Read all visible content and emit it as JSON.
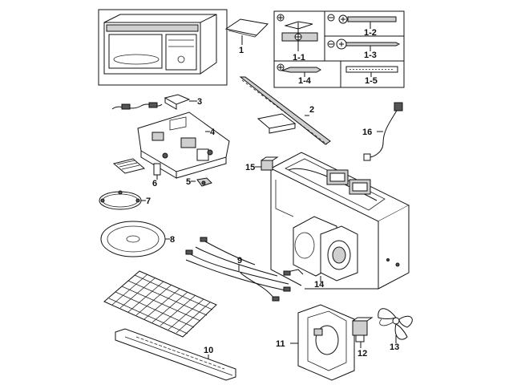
{
  "callouts": {
    "c1": "1",
    "c1_1": "1-1",
    "c1_2": "1-2",
    "c1_3": "1-3",
    "c1_4": "1-4",
    "c1_5": "1-5",
    "c2": "2",
    "c3": "3",
    "c4": "4",
    "c5": "5",
    "c6": "6",
    "c7": "7",
    "c8": "8",
    "c9": "9",
    "c10": "10",
    "c11": "11",
    "c12": "12",
    "c13": "13",
    "c14": "14",
    "c15": "15",
    "c16": "16"
  }
}
